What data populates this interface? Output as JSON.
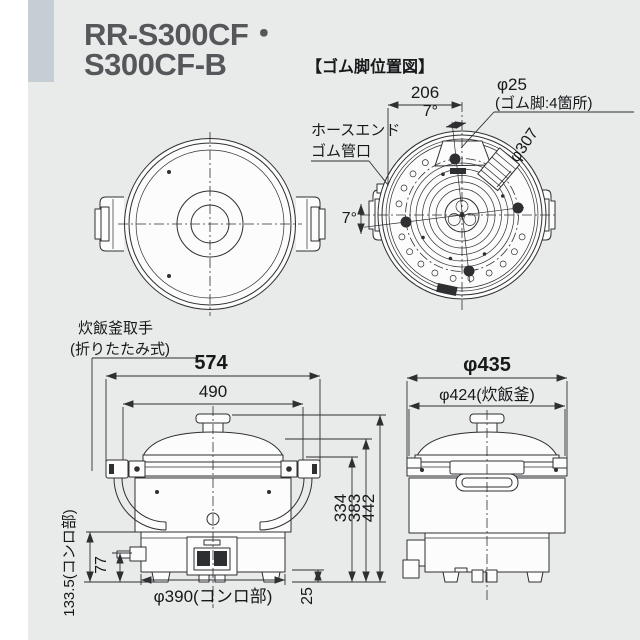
{
  "window": {
    "title_line1": "RR-S300CF・",
    "title_line2": "S300CF-B"
  },
  "diagram": {
    "section_label": "【ゴム脚位置図】"
  },
  "rubber_foot_view": {
    "dim_width": "206",
    "angle_top": "7°",
    "angle_left": "7°",
    "foot_dia": "φ25",
    "foot_note": "(ゴム脚:4箇所)",
    "hose_line1": "ホースエンド",
    "hose_line2": "ゴム管口",
    "bolt_circle_dia": "φ307"
  },
  "front_view": {
    "handle_line1": "炊飯釜取手",
    "handle_line2": "(折りたたみ式)",
    "dim_total_width": "574",
    "dim_lid_width": "490",
    "dim_h_body": "334",
    "dim_h_lid": "383",
    "dim_h_total": "442",
    "dim_burner_h": "133.5(コンロ部)",
    "dim_valve_h": "77",
    "dim_foot_h": "25",
    "dim_burner_dia": "φ390(コンロ部)"
  },
  "side_view": {
    "dim_outer_dia": "φ435",
    "dim_pot_dia": "φ424(炊飯釜)"
  },
  "colors": {
    "page_margin": "#ffffff",
    "panel_background": "#e9eaea",
    "accent_bar": "#c4ced4",
    "title_text": "#55575b",
    "line": "#2e2f31"
  }
}
